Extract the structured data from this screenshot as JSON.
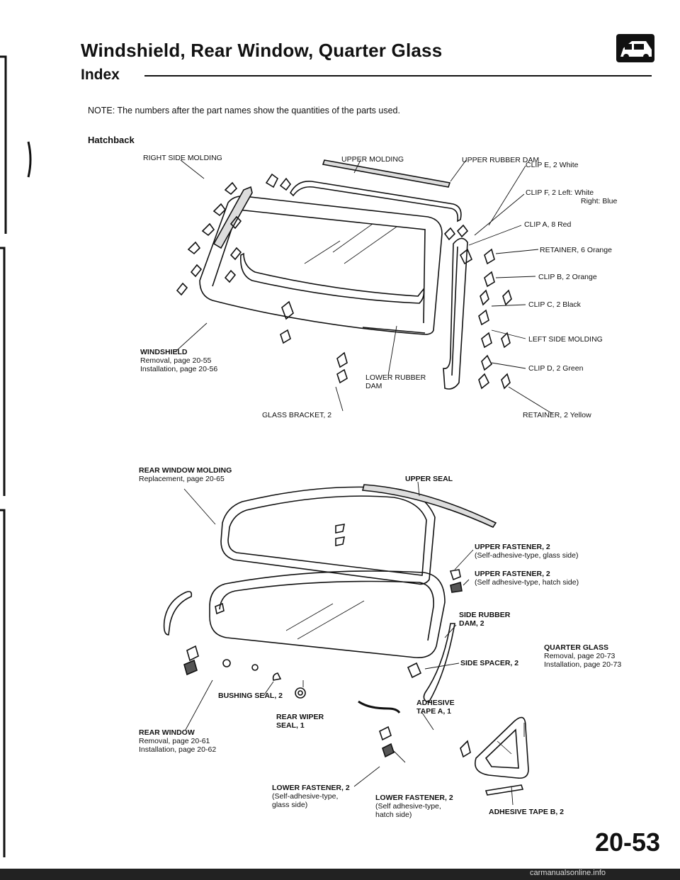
{
  "header": {
    "title": "Windshield, Rear Window, Quarter Glass",
    "section": "Index",
    "car_icon": "car-icon"
  },
  "note": "NOTE: The numbers after the part names show the quantities of the parts used.",
  "variant": "Hatchback",
  "windshield_labels": {
    "upper_molding": "UPPER MOLDING",
    "upper_rubber_dam": "UPPER RUBBER DAM",
    "right_side_molding": "RIGHT SIDE MOLDING",
    "clip_e": "CLIP E, 2 White",
    "clip_f": "CLIP F, 2 Left: White",
    "clip_f_right": "Right: Blue",
    "clip_a": "CLIP A, 8 Red",
    "retainer_6": "RETAINER, 6 Orange",
    "clip_b": "CLIP B, 2 Orange",
    "clip_c": "CLIP C, 2 Black",
    "left_side_molding": "LEFT SIDE MOLDING",
    "clip_d": "CLIP D, 2 Green",
    "retainer_2": "RETAINER, 2 Yellow",
    "windshield": "WINDSHIELD",
    "windshield_removal": "Removal, page 20-55",
    "windshield_installation": "Installation, page 20-56",
    "lower_rubber_dam": "LOWER RUBBER",
    "lower_rubber_dam_2": "DAM",
    "glass_bracket": "GLASS BRACKET, 2"
  },
  "rear_labels": {
    "rear_window_molding": "REAR WINDOW MOLDING",
    "rear_window_molding_repl": "Replacement, page 20-65",
    "upper_seal": "UPPER SEAL",
    "upper_fastener_glass": "UPPER FASTENER, 2",
    "upper_fastener_glass_sub": "(Self-adhesive-type, glass side)",
    "upper_fastener_hatch": "UPPER FASTENER, 2",
    "upper_fastener_hatch_sub": "(Self adhesive-type, hatch side)",
    "side_rubber_dam": "SIDE RUBBER",
    "side_rubber_dam_2": "DAM, 2",
    "quarter_glass": "QUARTER GLASS",
    "quarter_glass_removal": "Removal, page 20-73",
    "quarter_glass_installation": "Installation, page 20-73",
    "side_spacer": "SIDE SPACER, 2",
    "bushing_seal": "BUSHING SEAL, 2",
    "adhesive_tape_a": "ADHESIVE",
    "adhesive_tape_a_2": "TAPE A, 1",
    "rear_wiper_seal": "REAR WIPER",
    "rear_wiper_seal_2": "SEAL, 1",
    "rear_window": "REAR WINDOW",
    "rear_window_removal": "Removal, page 20-61",
    "rear_window_installation": "Installation, page 20-62",
    "lower_fastener_glass": "LOWER FASTENER, 2",
    "lower_fastener_glass_sub1": "(Self-adhesive-type,",
    "lower_fastener_glass_sub2": "glass side)",
    "lower_fastener_hatch": "LOWER FASTENER, 2",
    "lower_fastener_hatch_sub1": "(Self adhesive-type,",
    "lower_fastener_hatch_sub2": "hatch side)",
    "adhesive_tape_b": "ADHESIVE TAPE B, 2"
  },
  "footer": {
    "page_number": "20-53",
    "watermark": "carmanualsonline.info"
  }
}
